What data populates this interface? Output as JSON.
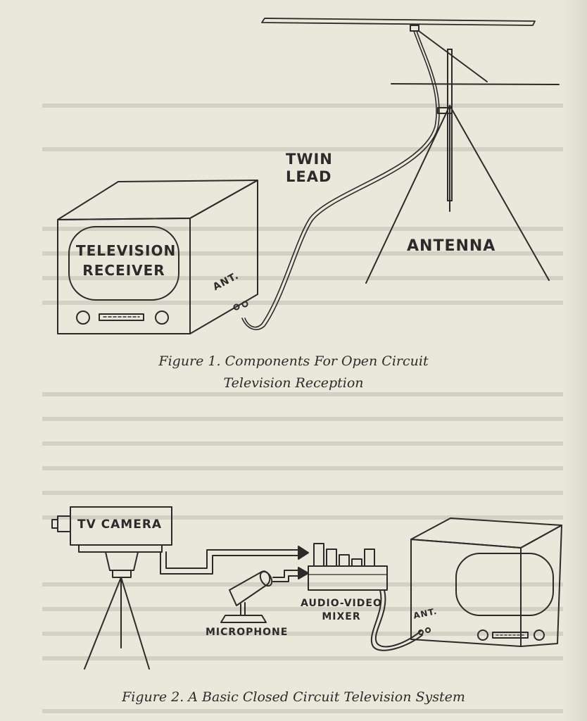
{
  "figure1": {
    "labels": {
      "twin_lead_line1": "TWIN",
      "twin_lead_line2": "LEAD",
      "antenna": "ANTENNA",
      "tv_receiver_line1": "TELEVISION",
      "tv_receiver_line2": "RECEIVER",
      "ant_jack": "ANT."
    },
    "caption_line1": "Figure 1.  Components For Open Circuit",
    "caption_line2": "Television Reception"
  },
  "figure2": {
    "labels": {
      "tv_camera": "TV CAMERA",
      "microphone": "MICROPHONE",
      "mixer_line1": "AUDIO-VIDEO",
      "mixer_line2": "MIXER",
      "ant_jack": "ANT."
    },
    "caption": "Figure 2.  A Basic Closed Circuit Television System"
  },
  "colors": {
    "paper": "#e9e8da",
    "ink": "#2b2b2b",
    "bleed_through": "#8a8a7c"
  }
}
